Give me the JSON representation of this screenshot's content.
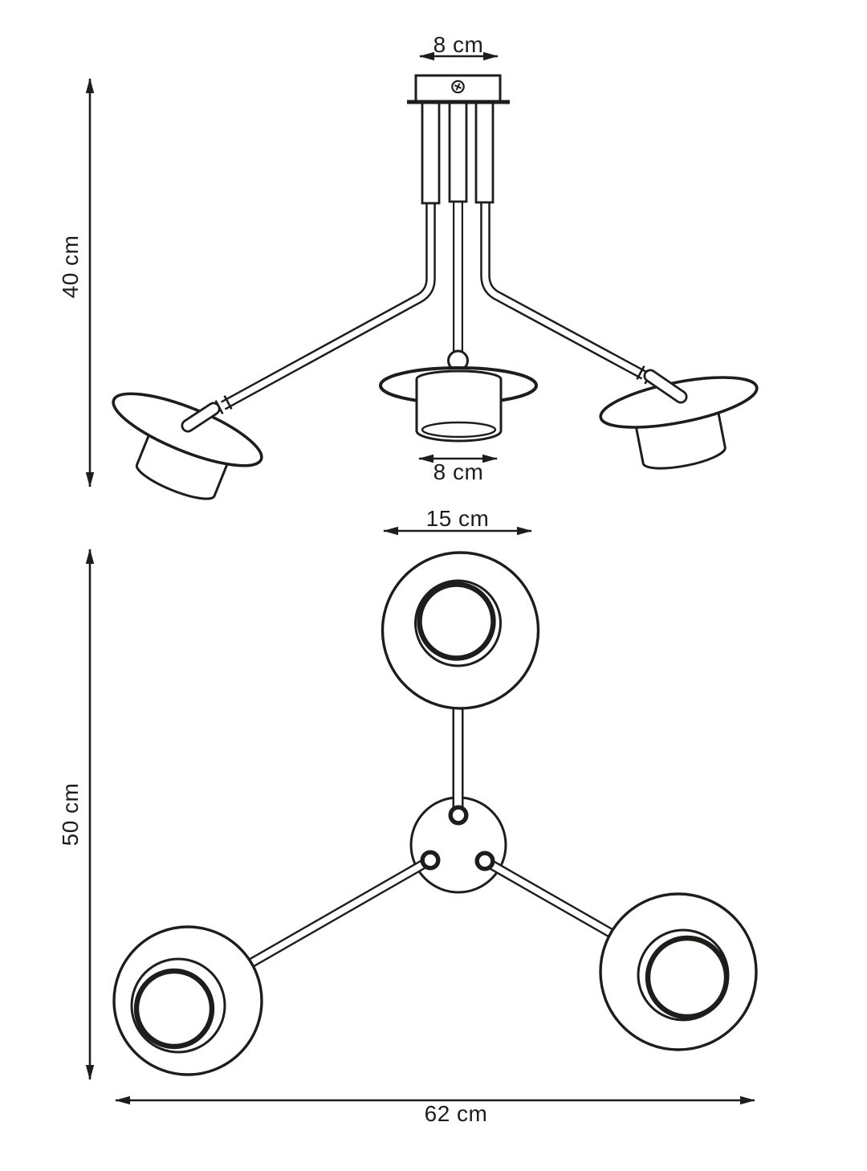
{
  "diagram": {
    "background": "#ffffff",
    "line_color": "#1d1d1b",
    "icons": {
      "canopy_screw": "phillips-screw"
    },
    "side_view": {
      "canopy_width_label": "8 cm",
      "height_label": "40 cm",
      "shade_width_label": "8 cm"
    },
    "bottom_view": {
      "shade_diameter_label": "15 cm",
      "depth_label": "50 cm",
      "width_label": "62 cm"
    }
  }
}
